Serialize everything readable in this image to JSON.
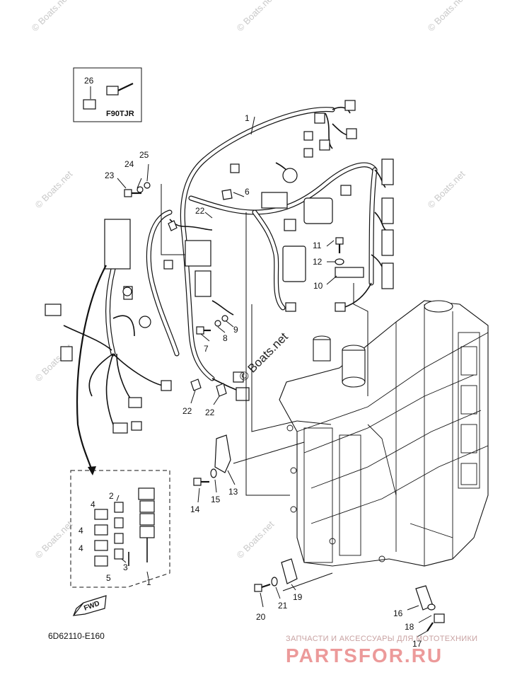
{
  "watermarks": {
    "site": "© Boats.net",
    "center": "© Boats.net"
  },
  "inset": {
    "label": "F90TJR",
    "callout": "26"
  },
  "part_code": "6D62110-E160",
  "fwd_label": "FWD",
  "brand": {
    "subtitle": "ЗАПЧАСТИ И АКСЕССУАРЫ ДЛЯ МОТОТЕХНИКИ",
    "name": "PARTSFOR.RU"
  },
  "callouts": {
    "c1": "1",
    "c1b": "1",
    "c2": "2",
    "c3": "3",
    "c4a": "4",
    "c4b": "4",
    "c4c": "4",
    "c5": "5",
    "c6": "6",
    "c7": "7",
    "c8": "8",
    "c9": "9",
    "c10": "10",
    "c11": "11",
    "c12": "12",
    "c13": "13",
    "c14": "14",
    "c15": "15",
    "c16": "16",
    "c17": "17",
    "c18": "18",
    "c19": "19",
    "c20": "20",
    "c21": "21",
    "c22a": "22",
    "c22b": "22",
    "c22c": "22",
    "c23": "23",
    "c24": "24",
    "c25": "25"
  }
}
